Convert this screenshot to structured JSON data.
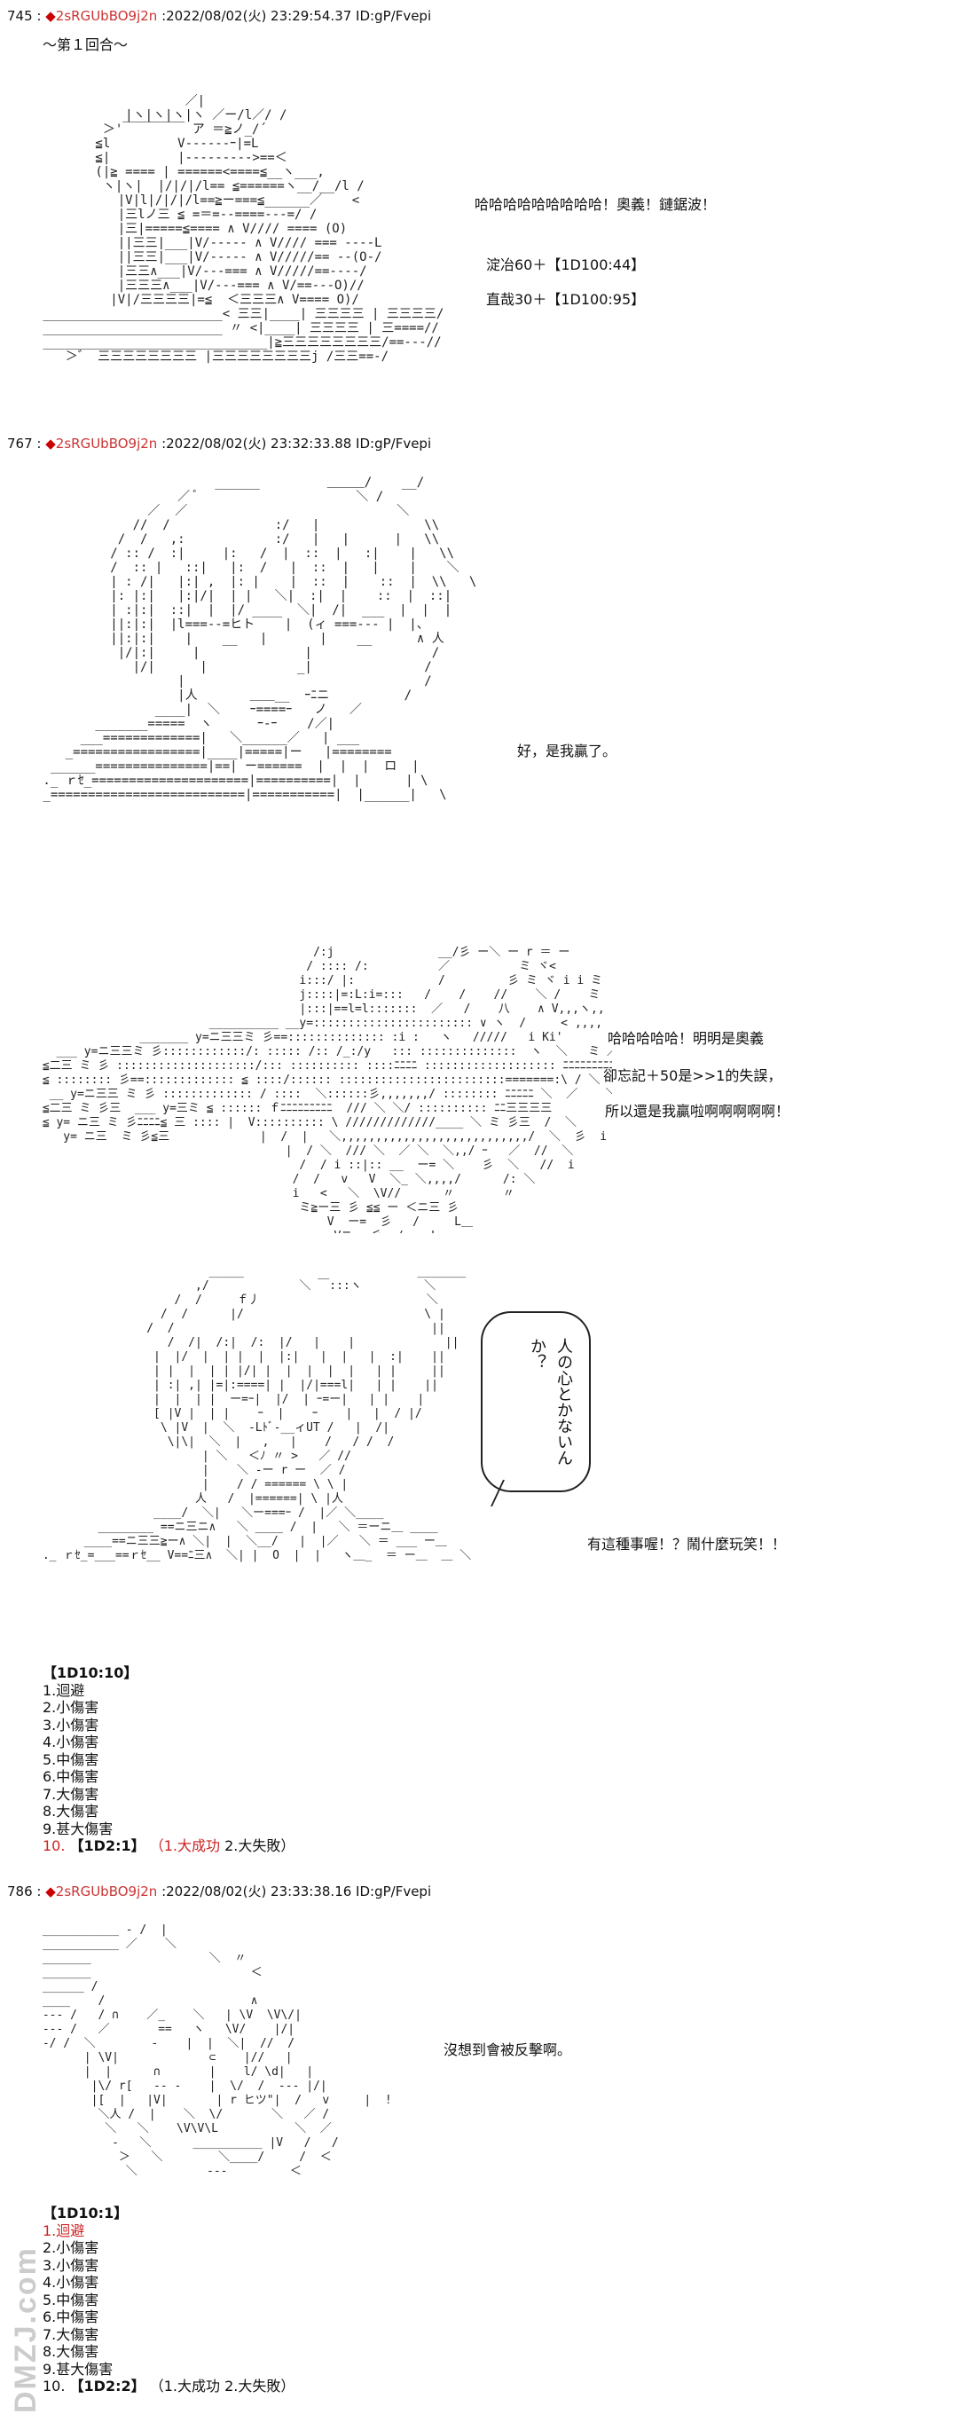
{
  "posts": [
    {
      "number": "745",
      "mark": "◆",
      "trip": "2sRGUbBO9j2n",
      "meta": ":2022/08/02(火) 23:29:54.37 ID:gP/Fvepi"
    },
    {
      "number": "767",
      "mark": "◆",
      "trip": "2sRGUbBO9j2n",
      "meta": ":2022/08/02(火) 23:32:33.88 ID:gP/Fvepi"
    },
    {
      "number": "786",
      "mark": "◆",
      "trip": "2sRGUbBO9j2n",
      "meta": ":2022/08/02(火) 23:33:38.16 ID:gP/Fvepi"
    }
  ],
  "round_label": "～第１回合～",
  "panel1": {
    "line1": "哈哈哈哈哈哈哈哈哈！奧義！鏈鋸波！",
    "line2": "淀冶60＋【1D100:44】",
    "line3": "直哉30＋【1D100:95】"
  },
  "panel2": {
    "line1": "好，是我贏了。"
  },
  "panel3": {
    "line1": "哈哈哈哈哈！明明是奧義",
    "line2": "卻忘記＋50是>>1的失誤，",
    "line3": "所以還是我贏啦啊啊啊啊啊！"
  },
  "panel4": {
    "bubble": "人の心とかないんか？",
    "line1": "有這種事喔！？鬧什麼玩笑！！"
  },
  "dice1": {
    "title": "【1D10:10】",
    "items": [
      "1.迴避",
      "2.小傷害",
      "3.小傷害",
      "4.小傷害",
      "5.中傷害",
      "6.中傷害",
      "7.大傷害",
      "8.大傷害",
      "9.甚大傷害"
    ],
    "last_prefix": "10.",
    "last_roll": "【1D2:1】",
    "last_opt1": "（1.大成功",
    "last_opt2": "2.大失敗）"
  },
  "panel5": {
    "line1": "沒想到會被反擊啊。"
  },
  "dice2": {
    "title": "【1D10:1】",
    "items": [
      "1.迴避",
      "2.小傷害",
      "3.小傷害",
      "4.小傷害",
      "5.中傷害",
      "6.中傷害",
      "7.大傷害",
      "8.大傷害",
      "9.甚大傷害"
    ],
    "last_prefix": "10.",
    "last_roll": "【1D2:2】",
    "last_opt1": "（1.大成功",
    "last_opt2": "2.大失敗）"
  },
  "watermark": "DMZJ.com",
  "colors": {
    "trip": "#cc3333",
    "highlight": "#cc2222",
    "text": "#111111"
  }
}
